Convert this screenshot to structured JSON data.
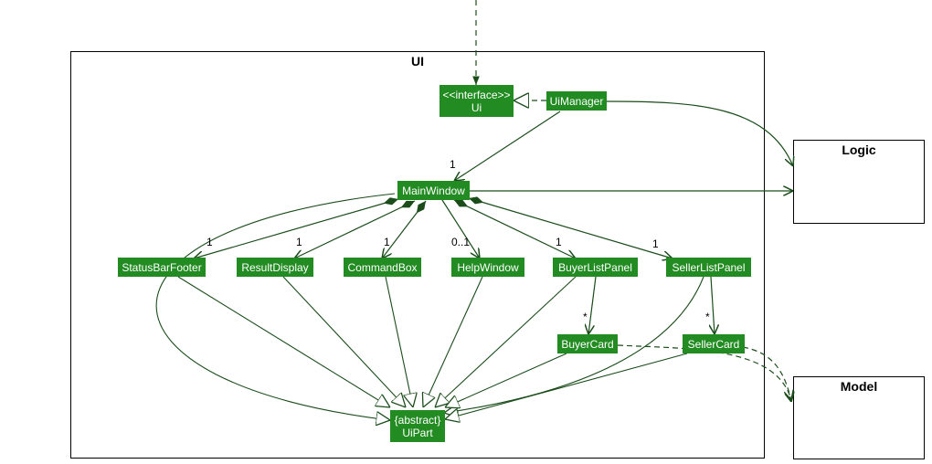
{
  "packages": {
    "ui": "UI",
    "logic": "Logic",
    "model": "Model"
  },
  "classes": {
    "ui_interface_stereotype": "<<interface>>",
    "ui_interface_name": "Ui",
    "ui_manager": "UiManager",
    "main_window": "MainWindow",
    "status_bar_footer": "StatusBarFooter",
    "result_display": "ResultDisplay",
    "command_box": "CommandBox",
    "help_window": "HelpWindow",
    "buyer_list_panel": "BuyerListPanel",
    "seller_list_panel": "SellerListPanel",
    "buyer_card": "BuyerCard",
    "seller_card": "SellerCard",
    "ui_part_stereotype": "{abstract}",
    "ui_part_name": "UiPart"
  },
  "multiplicities": {
    "main_window": "1",
    "status_bar_footer": "1",
    "result_display": "1",
    "command_box": "1",
    "help_window": "0..1",
    "buyer_list_panel": "1",
    "seller_list_panel": "1",
    "buyer_card": "*",
    "seller_card": "*"
  },
  "colors": {
    "class_fill": "#228b22",
    "line": "#1a4d1a",
    "border": "#000000"
  }
}
